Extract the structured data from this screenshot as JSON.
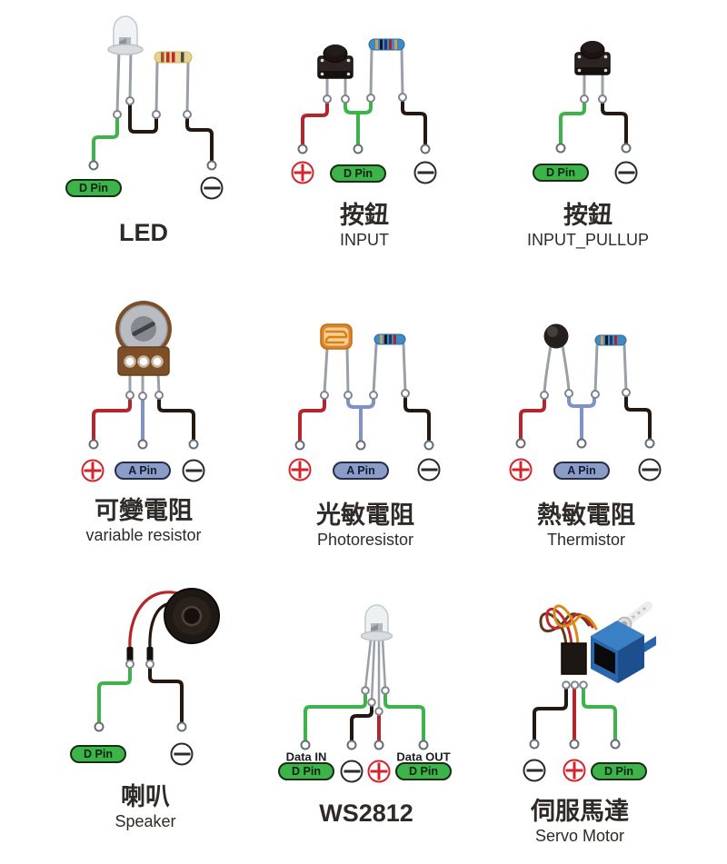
{
  "labels": {
    "d_pin": "D Pin",
    "a_pin": "A Pin",
    "plus": "+",
    "minus": "−"
  },
  "colors": {
    "wire_green": "#3cb44a",
    "wire_red": "#b5262c",
    "wire_black": "#251811",
    "wire_blue": "#7d92c5",
    "component_leg_gray": "#9aa0a8",
    "pill_green": "#3cb44a",
    "pill_blue": "#8b9cc6",
    "plus_red": "#d5232b",
    "minus_black": "#2b2b2b"
  },
  "panels": {
    "led": {
      "title": "LED",
      "terminals": [
        "D Pin",
        "−"
      ]
    },
    "button_input": {
      "title": "按鈕",
      "subtitle": "INPUT",
      "terminals": [
        "+",
        "D Pin",
        "−"
      ]
    },
    "button_input_pullup": {
      "title": "按鈕",
      "subtitle": "INPUT_PULLUP",
      "terminals": [
        "D Pin",
        "−"
      ]
    },
    "variable_resistor": {
      "title": "可變電阻",
      "subtitle": "variable resistor",
      "terminals": [
        "+",
        "A Pin",
        "−"
      ]
    },
    "photoresistor": {
      "title": "光敏電阻",
      "subtitle": "Photoresistor",
      "terminals": [
        "+",
        "A Pin",
        "−"
      ]
    },
    "thermistor": {
      "title": "熱敏電阻",
      "subtitle": "Thermistor",
      "terminals": [
        "+",
        "A Pin",
        "−"
      ]
    },
    "speaker": {
      "title": "喇叭",
      "subtitle": "Speaker",
      "terminals": [
        "D Pin",
        "−"
      ]
    },
    "ws2812": {
      "title": "WS2812",
      "data_in": "Data IN",
      "data_out": "Data OUT",
      "terminals": [
        "D Pin",
        "−",
        "+",
        "D Pin"
      ]
    },
    "servo": {
      "title": "伺服馬達",
      "subtitle": "Servo Motor",
      "terminals": [
        "−",
        "+",
        "D Pin"
      ]
    }
  }
}
